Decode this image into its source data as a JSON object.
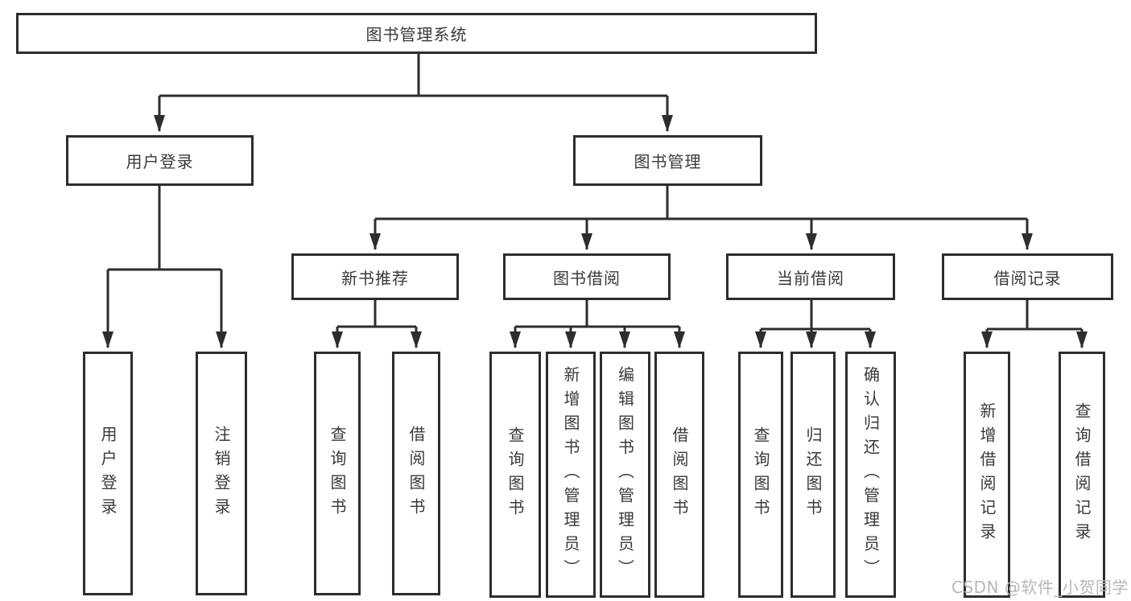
{
  "diagram": {
    "root": {
      "label": "图书管理系统"
    },
    "level2": {
      "user_login": {
        "label": "用户登录"
      },
      "book_management": {
        "label": "图书管理"
      }
    },
    "level3": {
      "new_book_recommend": {
        "label": "新书推荐"
      },
      "book_borrow": {
        "label": "图书借阅"
      },
      "current_borrow": {
        "label": "当前借阅"
      },
      "borrow_records": {
        "label": "借阅记录"
      }
    },
    "leaves": {
      "user_login": [
        "用户登录",
        "注销登录"
      ],
      "new_book_recommend": [
        "查询图书",
        "借阅图书"
      ],
      "book_borrow": [
        "查询图书",
        "新增图书（管理员）",
        "编辑图书（管理员）",
        "借阅图书"
      ],
      "current_borrow": [
        "查询图书",
        "归还图书",
        "确认归还（管理员）"
      ],
      "borrow_records": [
        "新增借阅记录",
        "查询借阅记录"
      ]
    }
  },
  "watermark": {
    "text": "CSDN @软件_小贺同学"
  },
  "colors": {
    "line": "#2d2d2d",
    "text": "#3a3a3a",
    "background": "#ffffff",
    "watermark": "#b7b7b7"
  }
}
